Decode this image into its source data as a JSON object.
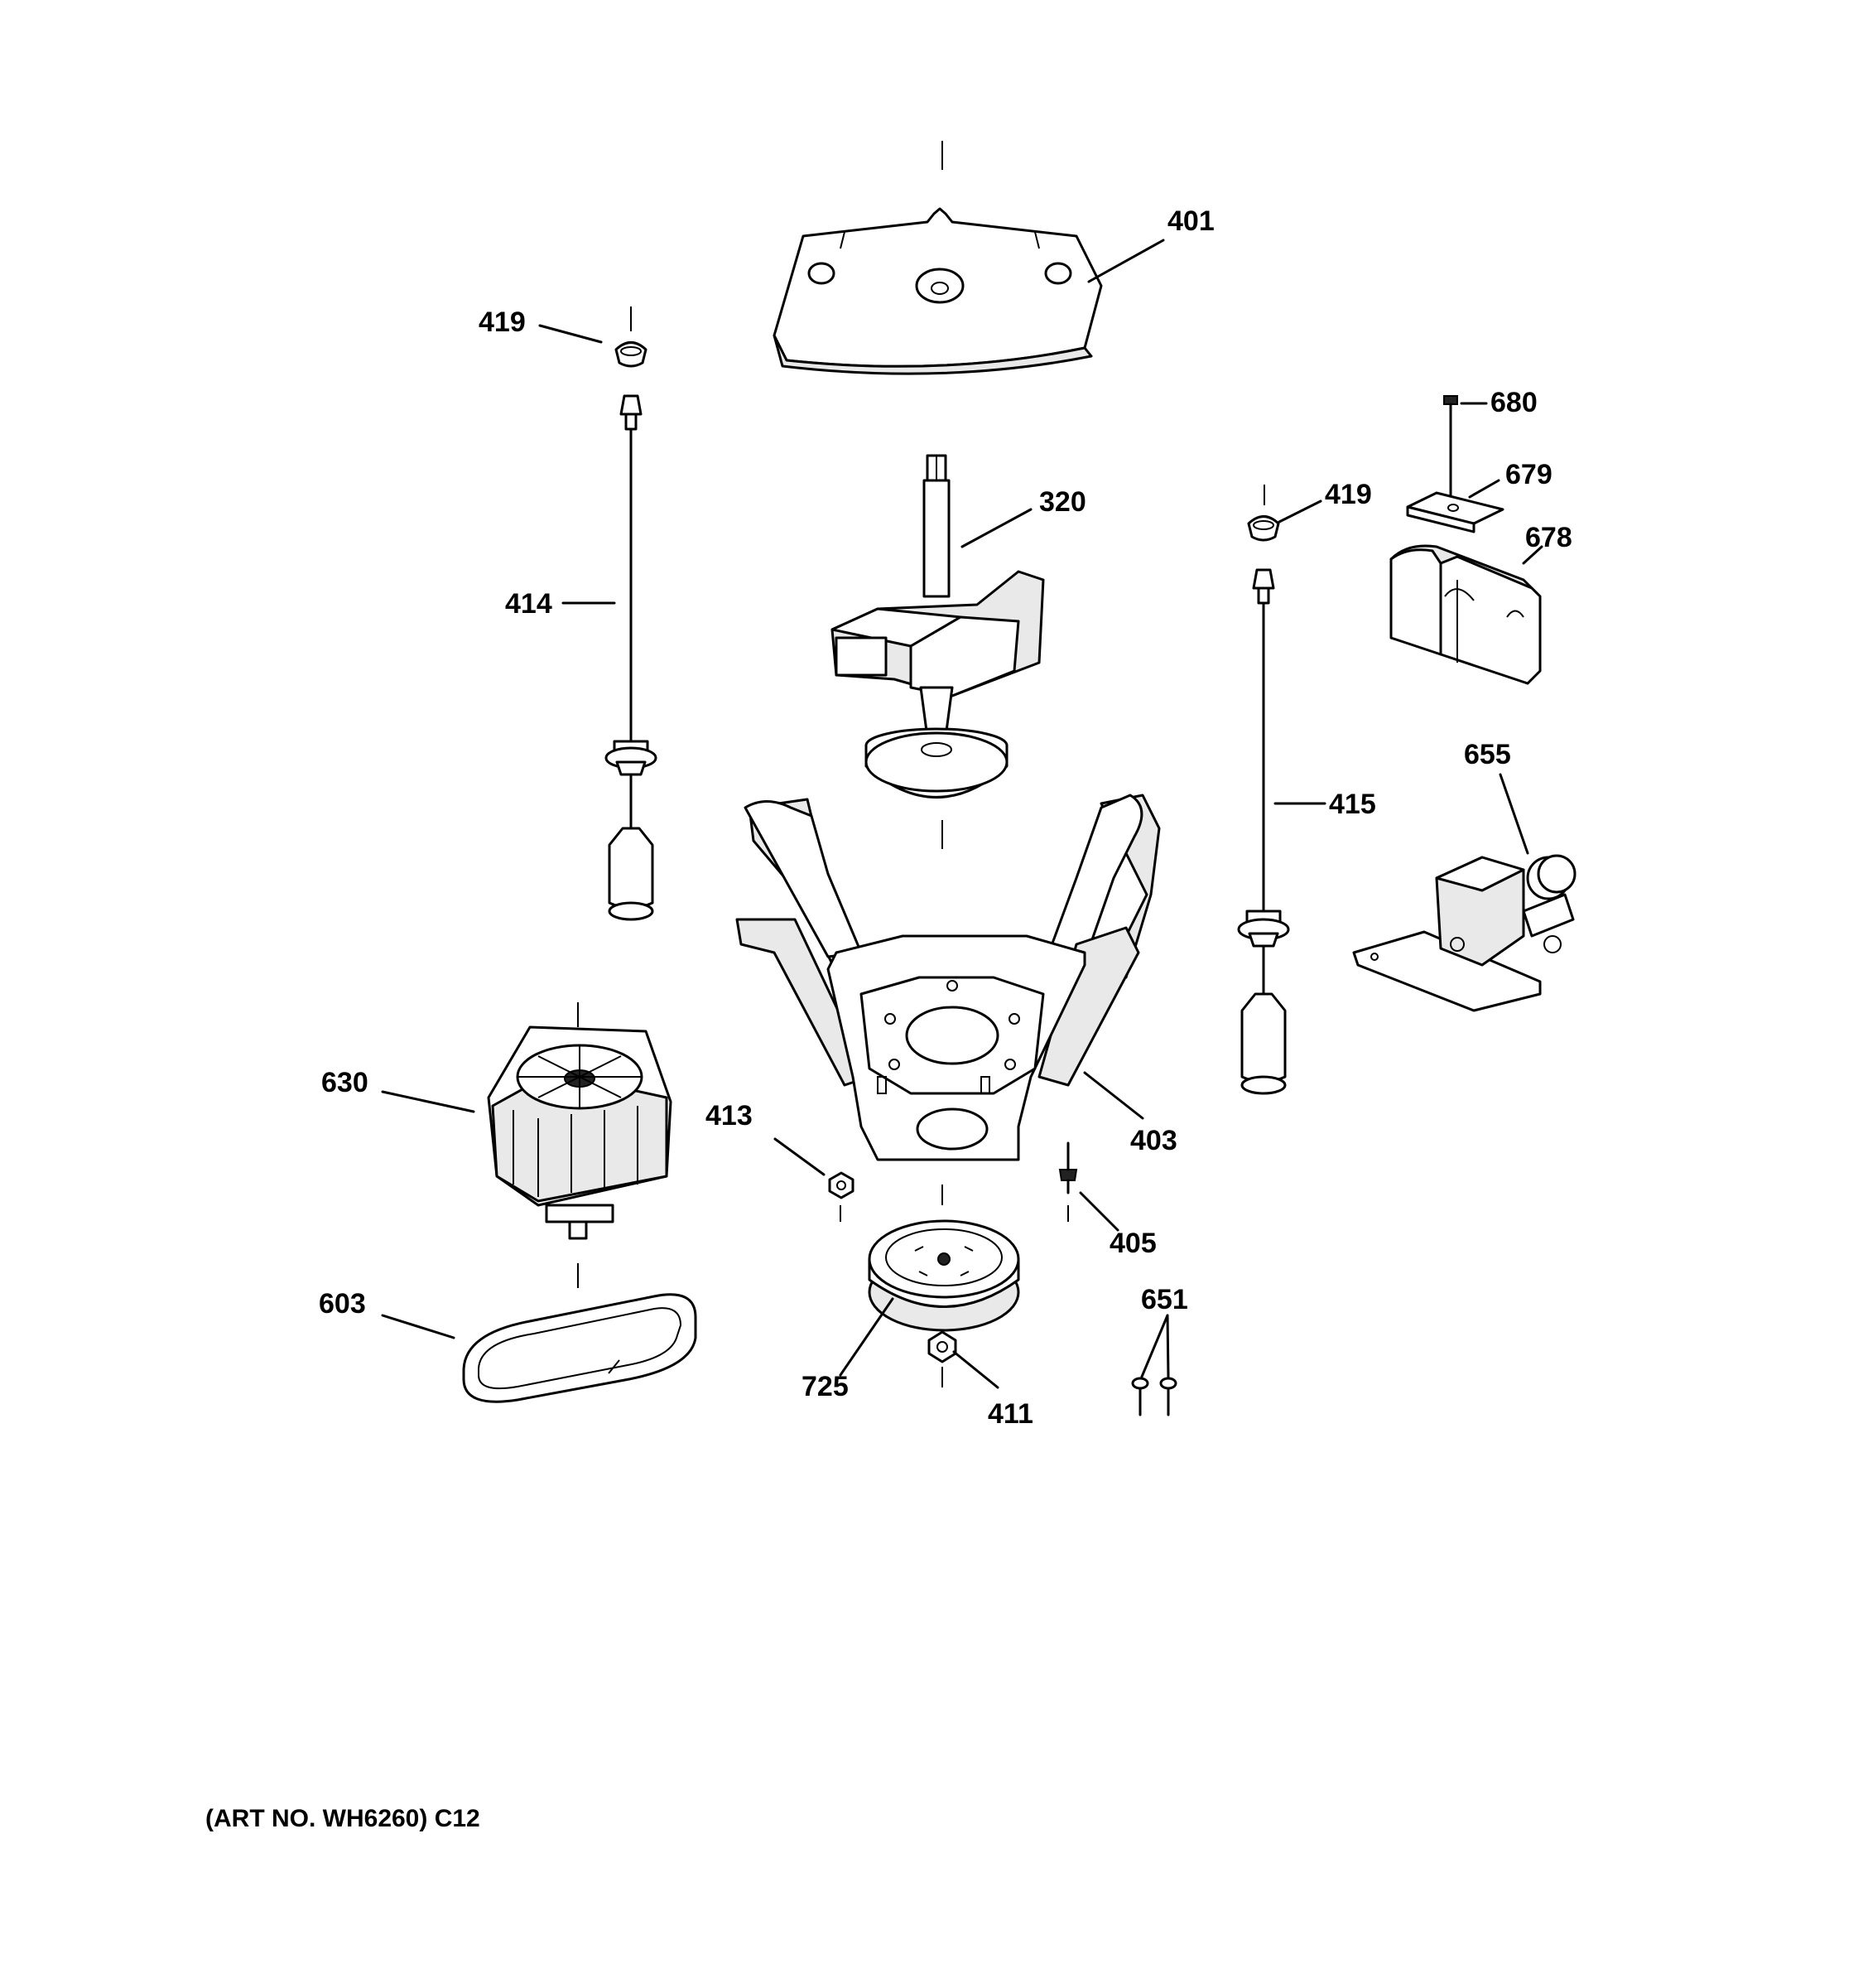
{
  "callouts": {
    "c401": "401",
    "c419_left": "419",
    "c419_right": "419",
    "c320": "320",
    "c414": "414",
    "c415": "415",
    "c680": "680",
    "c679": "679",
    "c678": "678",
    "c655": "655",
    "c630": "630",
    "c413": "413",
    "c403": "403",
    "c405": "405",
    "c651": "651",
    "c603": "603",
    "c725": "725",
    "c411": "411"
  },
  "caption": "(ART NO. WH6260) C12"
}
